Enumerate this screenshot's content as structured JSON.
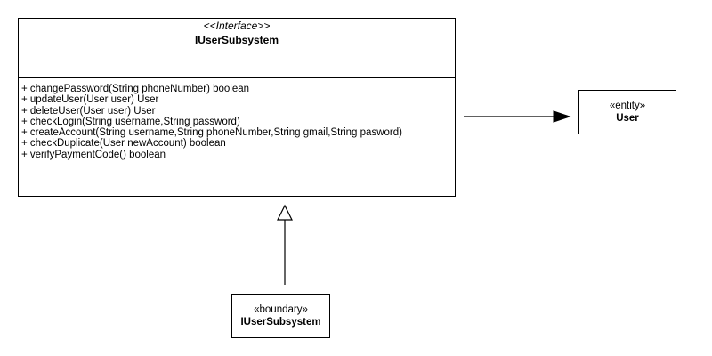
{
  "interface_class": {
    "stereotype": "<<Interface>>",
    "name": "IUserSubsystem",
    "attributes": [],
    "operations": [
      "+ changePassword(String phoneNumber) boolean",
      "+ updateUser(User user) User",
      "+ deleteUser(User user) User",
      "+ checkLogin(String username,String password)",
      "+ createAccount(String username,String phoneNumber,String gmail,String pasword)",
      "+ checkDuplicate(User newAccount) boolean",
      "+ verifyPaymentCode() boolean"
    ]
  },
  "entity_class": {
    "stereotype": "«entity»",
    "name": "User"
  },
  "boundary_class": {
    "stereotype": "«boundary»",
    "name": "IUserSubsystem"
  },
  "relationships": [
    {
      "type": "dependency-arrow",
      "from": "IUserSubsystem (interface)",
      "to": "User"
    },
    {
      "type": "realization",
      "from": "IUserSubsystem (boundary)",
      "to": "IUserSubsystem (interface)"
    }
  ],
  "colors": {
    "background": "#ffffff",
    "stroke": "#000000"
  }
}
